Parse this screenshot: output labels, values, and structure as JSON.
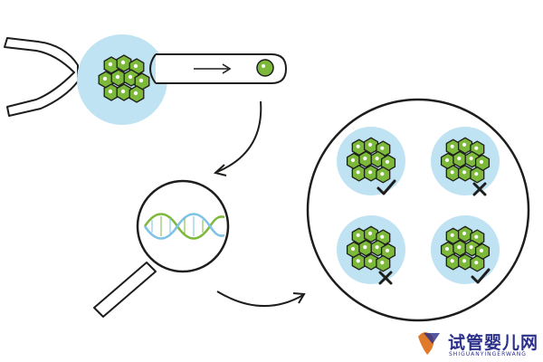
{
  "embryos": [
    {
      "position": "top-left",
      "mark": "check"
    },
    {
      "position": "top-right",
      "mark": "cross"
    },
    {
      "position": "bottom-left",
      "mark": "cross"
    },
    {
      "position": "bottom-right",
      "mark": "check"
    }
  ],
  "icons": [
    "biopsy-holding-pipette-icon",
    "biopsy-needle-icon",
    "magnifier-icon",
    "dna-helix-icon",
    "check-icon",
    "cross-icon"
  ],
  "colors": {
    "halo": "#bfe3f2",
    "cell": "#7cb83a",
    "outline": "#1d1d1b",
    "dna_green": "#7cb83a",
    "dna_blue": "#7cc3e6"
  },
  "watermark": {
    "text": "试管婴儿网",
    "subtext": "SHIGUANYINGERWANG"
  }
}
